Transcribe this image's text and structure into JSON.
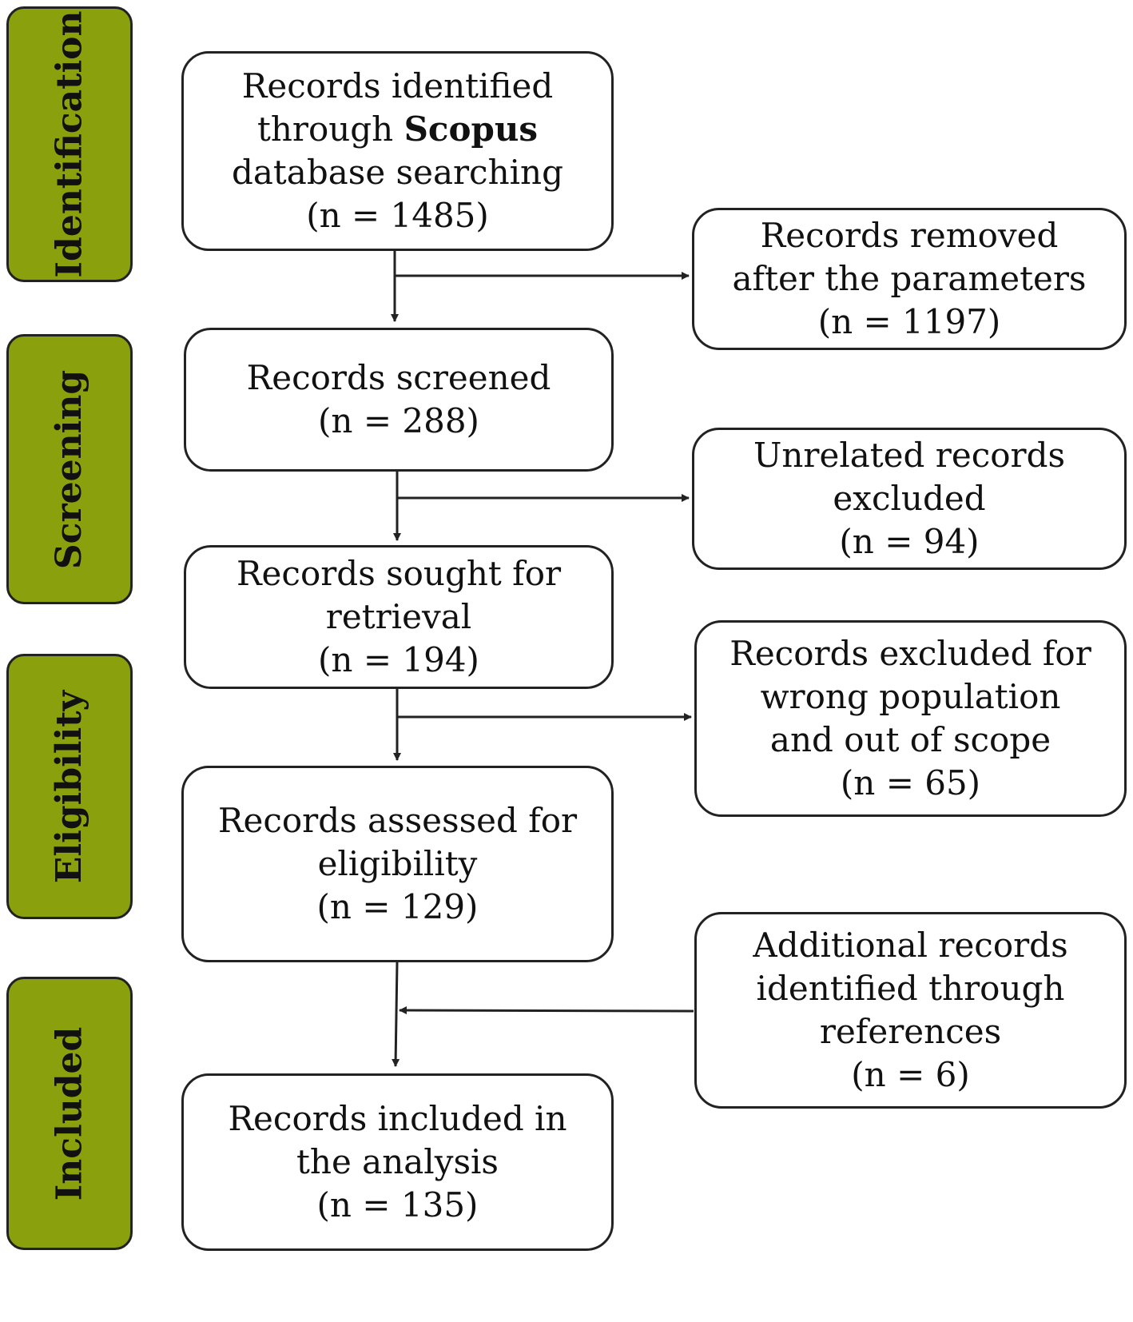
{
  "stages": {
    "identification": "Identification",
    "screening": "Screening",
    "eligibility": "Eligibility",
    "included": "Included"
  },
  "main": {
    "identified": {
      "line1": "Records identified",
      "line2_pre": "through ",
      "line2_bold": "Scopus",
      "line3": "database searching",
      "count": "(n = 1485)"
    },
    "screened": {
      "line1": "Records screened",
      "count": "(n = 288)"
    },
    "sought": {
      "line1": "Records sought for",
      "line2": "retrieval",
      "count": "(n = 194)"
    },
    "assessed": {
      "line1": "Records assessed for",
      "line2": "eligibility",
      "count": "(n = 129)"
    },
    "included": {
      "line1": "Records included in",
      "line2": "the analysis",
      "count": "(n = 135)"
    }
  },
  "side": {
    "removed": {
      "line1": "Records removed",
      "line2": "after the parameters",
      "count": "(n = 1197)"
    },
    "unrelated": {
      "line1": "Unrelated records",
      "line2": "excluded",
      "count": "(n = 94)"
    },
    "wrong_population": {
      "line1": "Records excluded for",
      "line2": "wrong population",
      "line3": "and out of scope",
      "count": "(n = 65)"
    },
    "additional": {
      "line1": "Additional records",
      "line2": "identified through",
      "line3": "references",
      "count": "(n = 6)"
    }
  },
  "colors": {
    "stage_fill": "#8aa10d",
    "stroke": "#222222"
  }
}
